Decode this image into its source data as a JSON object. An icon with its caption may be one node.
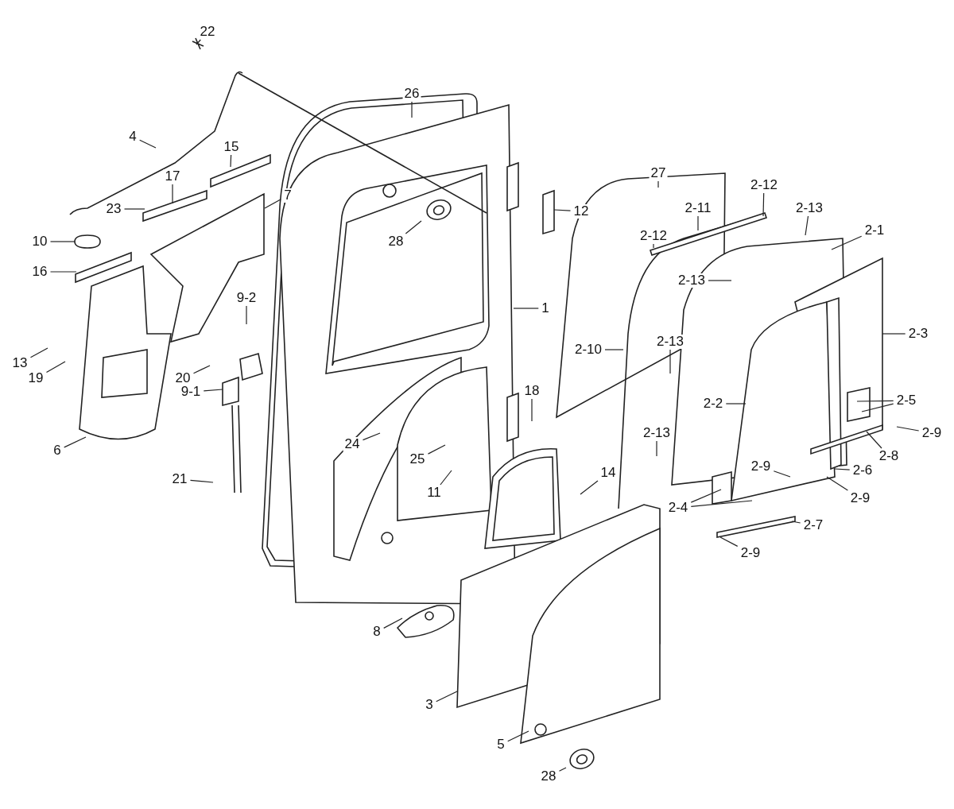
{
  "diagram": {
    "nodes": [
      {
        "text": [
          "22"
        ]
      },
      {
        "text": [
          "26"
        ]
      },
      {
        "text": [
          "4"
        ]
      },
      {
        "text": [
          "15"
        ]
      },
      {
        "text": [
          "27"
        ]
      },
      {
        "text": [
          "17"
        ]
      },
      {
        "text": [
          "2-12"
        ]
      },
      {
        "text": [
          "7"
        ]
      },
      {
        "text": [
          "23"
        ]
      },
      {
        "text": [
          "12"
        ]
      },
      {
        "text": [
          "2-11"
        ]
      },
      {
        "text": [
          "2-13"
        ]
      },
      {
        "text": [
          "2-1"
        ]
      },
      {
        "text": [
          "28"
        ]
      },
      {
        "text": [
          "2-12"
        ]
      },
      {
        "text": [
          "10"
        ]
      },
      {
        "text": [
          "16"
        ]
      },
      {
        "text": [
          "2-13"
        ]
      },
      {
        "text": [
          "9-2"
        ]
      },
      {
        "text": [
          "1"
        ]
      },
      {
        "text": [
          "2-3"
        ]
      },
      {
        "text": [
          "2-13"
        ]
      },
      {
        "text": [
          "2-10"
        ]
      },
      {
        "text": [
          "13"
        ]
      },
      {
        "text": [
          "20"
        ]
      },
      {
        "text": [
          "19"
        ]
      },
      {
        "text": [
          "9-1"
        ]
      },
      {
        "text": [
          "18"
        ]
      },
      {
        "text": [
          "2-2"
        ]
      },
      {
        "text": [
          "2-5"
        ]
      },
      {
        "text": [
          "2-9"
        ]
      },
      {
        "text": [
          "24"
        ]
      },
      {
        "text": [
          "2-13"
        ]
      },
      {
        "text": [
          "6"
        ]
      },
      {
        "text": [
          "2-8"
        ]
      },
      {
        "text": [
          "25"
        ]
      },
      {
        "text": [
          "2-9"
        ]
      },
      {
        "text": [
          "2-6"
        ]
      },
      {
        "text": [
          "14"
        ]
      },
      {
        "text": [
          "21"
        ]
      },
      {
        "text": [
          "11"
        ]
      },
      {
        "text": [
          "2-9"
        ]
      },
      {
        "text": [
          "2-4"
        ]
      },
      {
        "text": [
          "2-7"
        ]
      },
      {
        "text": [
          "2-9"
        ]
      },
      {
        "text": [
          "8"
        ]
      },
      {
        "text": [
          "3"
        ]
      },
      {
        "text": [
          "5"
        ]
      },
      {
        "text": [
          "28"
        ]
      }
    ],
    "edges": [
      {
        "from": 0,
        "to": null,
        "arrow": "none"
      },
      {
        "from": 1,
        "to": null,
        "arrow": "none"
      },
      {
        "from": 2,
        "to": null,
        "arrow": "none"
      },
      {
        "from": 3,
        "to": null,
        "arrow": "none"
      },
      {
        "from": 4,
        "to": null,
        "arrow": "none"
      },
      {
        "from": 5,
        "to": null,
        "arrow": "none"
      },
      {
        "from": 6,
        "to": null,
        "arrow": "none"
      },
      {
        "from": 7,
        "to": null,
        "arrow": "none"
      },
      {
        "from": 8,
        "to": null,
        "arrow": "none"
      },
      {
        "from": 9,
        "to": null,
        "arrow": "none"
      },
      {
        "from": 10,
        "to": null,
        "arrow": "none"
      },
      {
        "from": 11,
        "to": null,
        "arrow": "none"
      },
      {
        "from": 12,
        "to": null,
        "arrow": "none"
      },
      {
        "from": 13,
        "to": null,
        "arrow": "none"
      },
      {
        "from": 14,
        "to": null,
        "arrow": "none"
      },
      {
        "from": 15,
        "to": null,
        "arrow": "none"
      },
      {
        "from": 16,
        "to": null,
        "arrow": "none"
      },
      {
        "from": 17,
        "to": null,
        "arrow": "none"
      },
      {
        "from": 18,
        "to": null,
        "arrow": "none"
      },
      {
        "from": 19,
        "to": null,
        "arrow": "none"
      },
      {
        "from": 20,
        "to": null,
        "arrow": "none"
      },
      {
        "from": 21,
        "to": null,
        "arrow": "none"
      },
      {
        "from": 22,
        "to": null,
        "arrow": "none"
      },
      {
        "from": 23,
        "to": null,
        "arrow": "none"
      },
      {
        "from": 24,
        "to": null,
        "arrow": "none"
      },
      {
        "from": 25,
        "to": null,
        "arrow": "none"
      },
      {
        "from": 26,
        "to": null,
        "arrow": "none"
      },
      {
        "from": 27,
        "to": null,
        "arrow": "none"
      },
      {
        "from": 28,
        "to": null,
        "arrow": "none"
      },
      {
        "from": 29,
        "to": null,
        "arrow": "none"
      },
      {
        "from": 29,
        "to": null,
        "arrow": "none"
      },
      {
        "from": 30,
        "to": null,
        "arrow": "none"
      },
      {
        "from": 31,
        "to": null,
        "arrow": "none"
      },
      {
        "from": 32,
        "to": null,
        "arrow": "none"
      },
      {
        "from": 33,
        "to": null,
        "arrow": "none"
      },
      {
        "from": 34,
        "to": null,
        "arrow": "none"
      },
      {
        "from": 35,
        "to": null,
        "arrow": "none"
      },
      {
        "from": 36,
        "to": null,
        "arrow": "none"
      },
      {
        "from": 37,
        "to": null,
        "arrow": "none"
      },
      {
        "from": 38,
        "to": null,
        "arrow": "none"
      },
      {
        "from": 39,
        "to": null,
        "arrow": "none"
      },
      {
        "from": 40,
        "to": null,
        "arrow": "none"
      },
      {
        "from": 41,
        "to": null,
        "arrow": "none"
      },
      {
        "from": 42,
        "to": null,
        "arrow": "none"
      },
      {
        "from": 42,
        "to": null,
        "arrow": "none"
      },
      {
        "from": 43,
        "to": null,
        "arrow": "none"
      },
      {
        "from": 44,
        "to": null,
        "arrow": "none"
      },
      {
        "from": 45,
        "to": null,
        "arrow": "none"
      },
      {
        "from": 46,
        "to": null,
        "arrow": "none"
      },
      {
        "from": 47,
        "to": null,
        "arrow": "none"
      },
      {
        "from": 48,
        "to": null,
        "arrow": "none"
      }
    ]
  }
}
